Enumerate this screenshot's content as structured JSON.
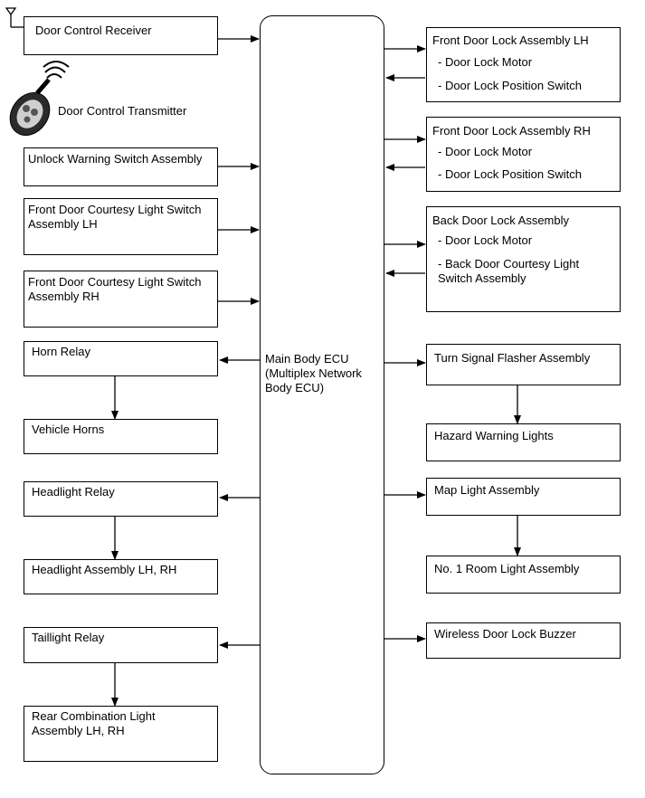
{
  "left": {
    "door_control_receiver": "Door Control Receiver",
    "door_control_transmitter": "Door Control Transmitter",
    "unlock_warning_switch": "Unlock Warning Switch Assembly",
    "courtesy_lh": "Front Door Courtesy Light Switch\nAssembly LH",
    "courtesy_rh": "Front Door Courtesy Light Switch\nAssembly RH",
    "horn_relay": "Horn Relay",
    "vehicle_horns": "Vehicle Horns",
    "headlight_relay": "Headlight Relay",
    "headlight_assembly": "Headlight Assembly LH, RH",
    "taillight_relay": "Taillight Relay",
    "rear_combination": "Rear Combination Light\nAssembly LH, RH"
  },
  "center": {
    "ecu_label": "Main Body ECU\n(Multiplex Network\nBody ECU)"
  },
  "right": {
    "front_lh": {
      "title": "Front Door Lock Assembly LH",
      "item1": "- Door Lock Motor",
      "item2": "- Door Lock Position Switch"
    },
    "front_rh": {
      "title": "Front Door Lock Assembly RH",
      "item1": "- Door Lock Motor",
      "item2": "- Door Lock Position Switch"
    },
    "back": {
      "title": "Back Door Lock Assembly",
      "item1": "- Door Lock Motor",
      "item2": "- Back Door Courtesy Light\nSwitch Assembly"
    },
    "turn_signal": "Turn Signal Flasher Assembly",
    "hazard": "Hazard Warning Lights",
    "map_light": "Map Light Assembly",
    "room_light": "No. 1 Room Light Assembly",
    "buzzer": "Wireless Door Lock Buzzer"
  }
}
